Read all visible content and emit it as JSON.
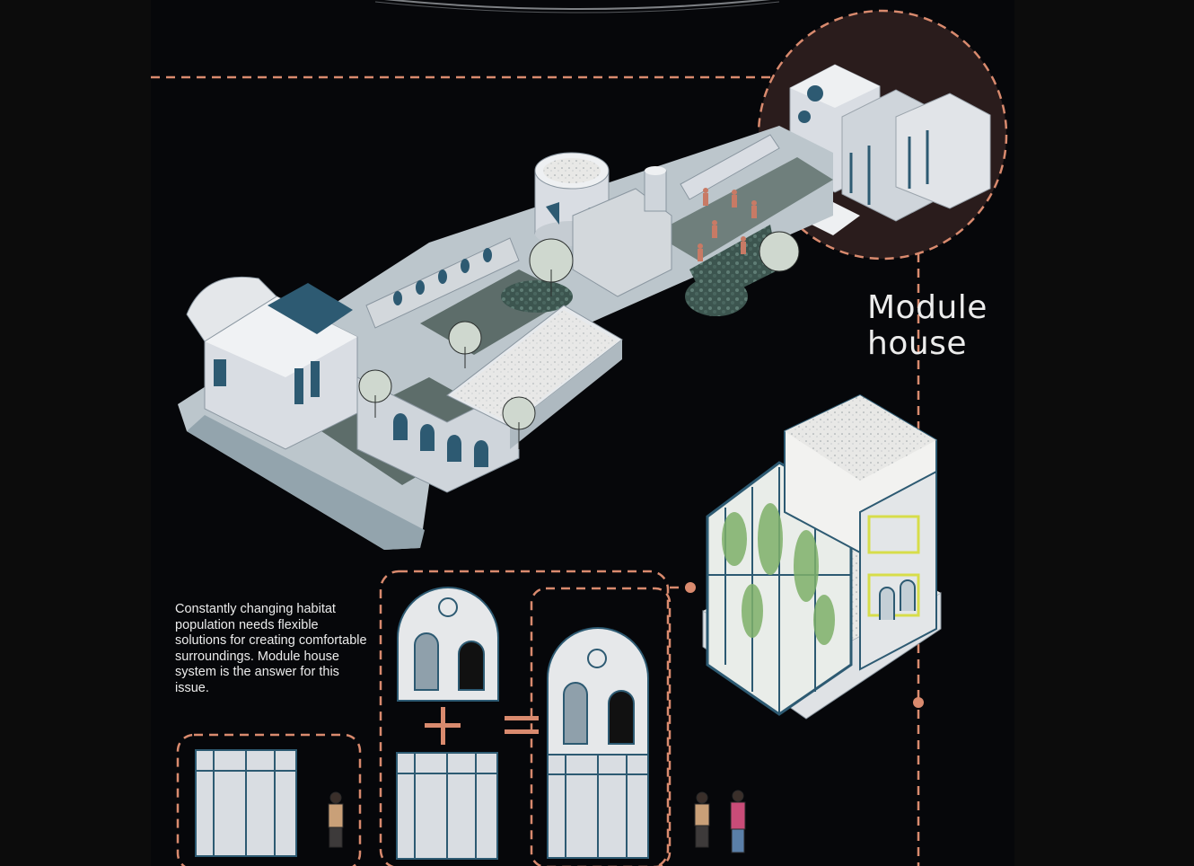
{
  "labels": {
    "module_house": "Module house",
    "description": "Constantly changing habitat population needs flexible solutions for creating comfortable surroundings. Module house system is the answer for this issue."
  },
  "colors": {
    "background": "#06070a",
    "accent_dashed": "#d98a6e",
    "building_fill": "#d9dde3",
    "teal_shadow": "#2d5a72",
    "greenery": "#4f6a63",
    "highlight_yellow": "#d7dd4a",
    "circle_fill": "#2a1c1c"
  },
  "icons": {
    "plus": "plus-sign",
    "equals": "equals-sign"
  }
}
